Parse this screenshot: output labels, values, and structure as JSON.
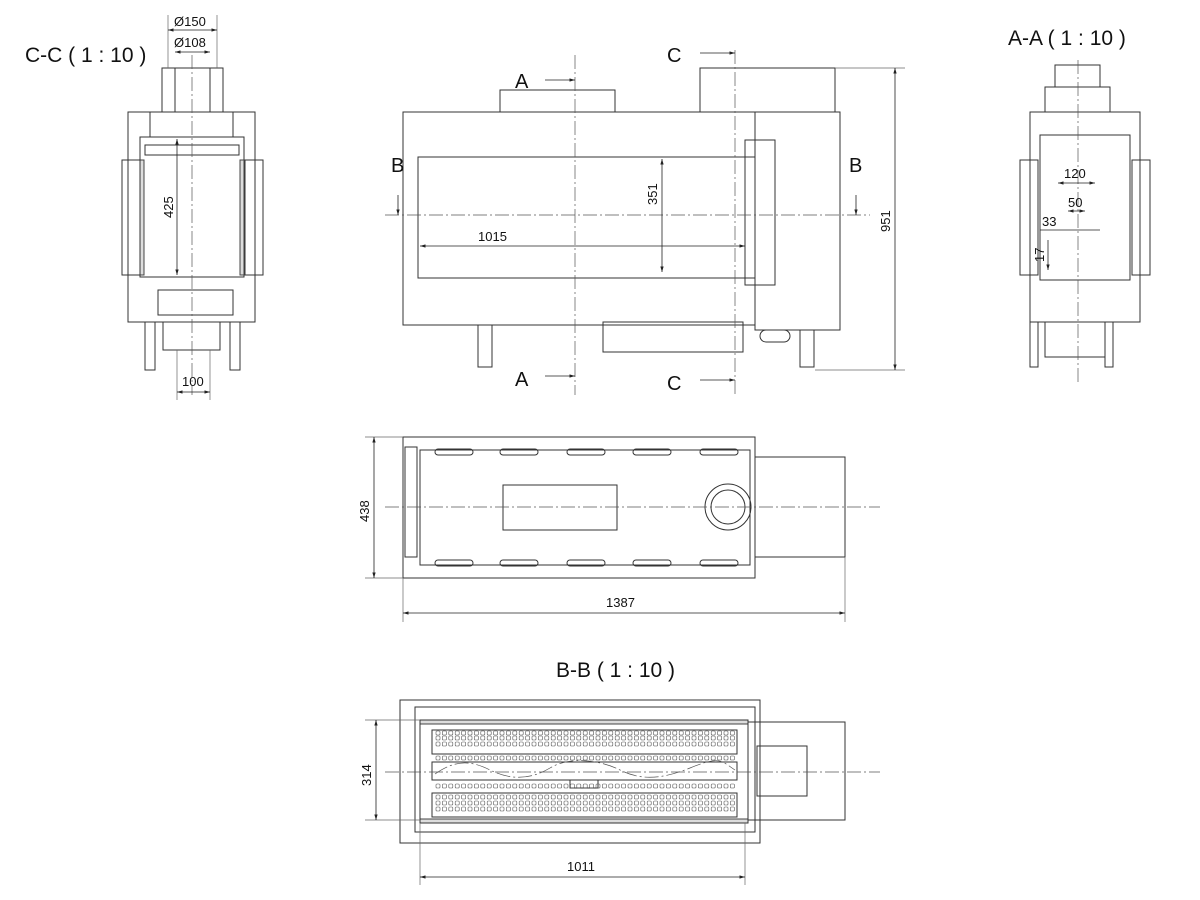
{
  "views": {
    "cc": {
      "title": "C-C ( 1 : 10 )",
      "dims": {
        "flue_outer": "Ø150",
        "flue_inner": "Ø108",
        "height": "425",
        "width": "100"
      }
    },
    "aa": {
      "title": "A-A ( 1 : 10 )",
      "dims": {
        "d120": "120",
        "d50": "50",
        "d33": "33",
        "d17": "17"
      }
    },
    "front": {
      "dims": {
        "glass_width": "1015",
        "glass_height": "351",
        "total_height": "951"
      },
      "markers": {
        "a_top": "A",
        "a_bottom": "A",
        "c_top": "C",
        "c_bottom": "C",
        "b_left": "B",
        "b_right": "B"
      }
    },
    "top": {
      "dims": {
        "depth": "438",
        "total_width": "1387"
      }
    },
    "bb": {
      "title": "B-B ( 1 : 10 )",
      "dims": {
        "depth": "314",
        "width": "1011"
      }
    }
  }
}
